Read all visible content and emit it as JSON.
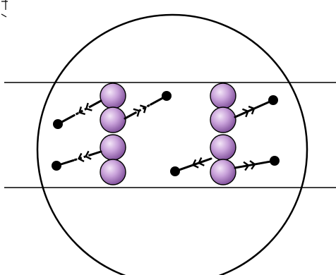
{
  "colors": {
    "stroke": "#000000",
    "background": "#ffffff",
    "bead_light": "#f3e6f7",
    "bead_mid": "#b58ac8",
    "bead_dark": "#7b4a96"
  },
  "icons": {
    "bead": "purple-sphere",
    "ligand": "filled-dot",
    "linker": "chevron-arrow"
  },
  "diagram": {
    "chains": [
      {
        "name": "chain-left",
        "bead_count": 4
      },
      {
        "name": "chain-right",
        "bead_count": 4
      }
    ],
    "ligands": [
      {
        "name": "left-chain-ligand-upper-left",
        "linker": "dashed"
      },
      {
        "name": "left-chain-ligand-upper-right",
        "linker": "dashed"
      },
      {
        "name": "left-chain-ligand-lower-left",
        "linker": "dashed"
      },
      {
        "name": "right-chain-ligand-upper-right",
        "linker": "solid"
      },
      {
        "name": "right-chain-ligand-lower-left",
        "linker": "solid"
      },
      {
        "name": "right-chain-ligand-lower-right",
        "linker": "solid"
      }
    ]
  }
}
